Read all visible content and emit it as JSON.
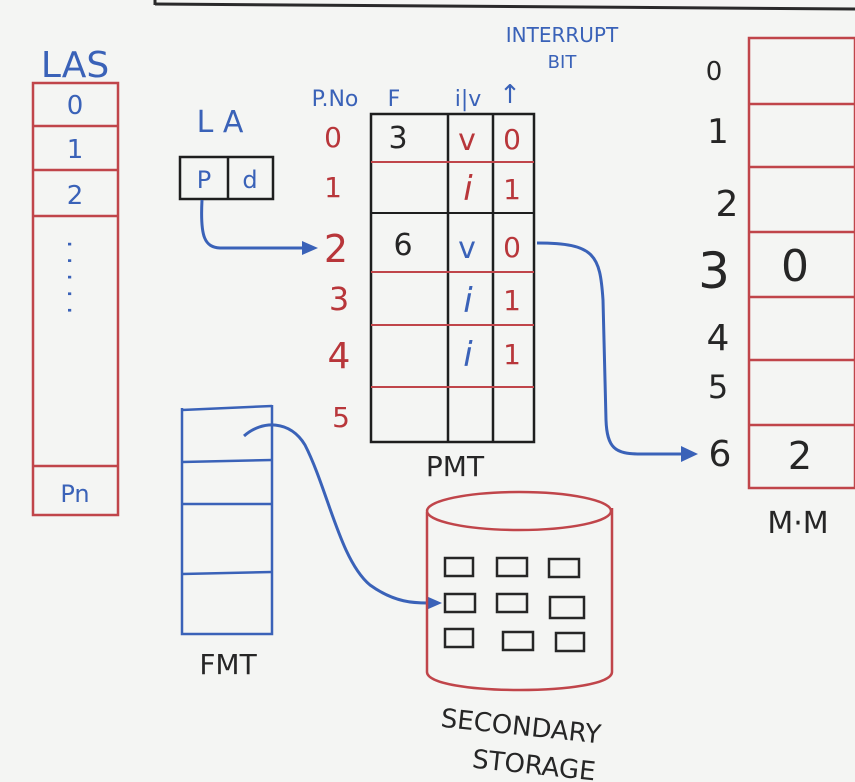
{
  "las": {
    "title": "LAS",
    "rows": [
      "0",
      "1",
      "2"
    ],
    "dots": ". . . . .",
    "last": "Pn"
  },
  "la": {
    "title": "L A",
    "p": "P",
    "d": "d"
  },
  "pmt": {
    "headers": {
      "pno": "P.No",
      "frame": "F",
      "iv": "i|v"
    },
    "interrupt_label": [
      "INTERRUPT",
      "BIT"
    ],
    "arrow_glyph": "↑",
    "rows": [
      {
        "pno": "0",
        "frame": "3",
        "iv": "v",
        "bit": "0"
      },
      {
        "pno": "1",
        "frame": "",
        "iv": "i",
        "bit": "1"
      },
      {
        "pno": "2",
        "frame": "6",
        "iv": "v",
        "bit": "0"
      },
      {
        "pno": "3",
        "frame": "",
        "iv": "i",
        "bit": "1"
      },
      {
        "pno": "4",
        "frame": "",
        "iv": "i",
        "bit": "1"
      },
      {
        "pno": "5",
        "frame": "",
        "iv": "",
        "bit": ""
      }
    ],
    "caption": "PMT"
  },
  "mm": {
    "rows": [
      {
        "index": "0",
        "content": ""
      },
      {
        "index": "1",
        "content": ""
      },
      {
        "index": "2",
        "content": ""
      },
      {
        "index": "3",
        "content": "0"
      },
      {
        "index": "4",
        "content": ""
      },
      {
        "index": "5",
        "content": ""
      },
      {
        "index": "6",
        "content": "2"
      }
    ],
    "caption": "M·M"
  },
  "fmt": {
    "caption": "FMT"
  },
  "storage": {
    "caption_line1": "SECONDARY",
    "caption_line2": "STORAGE"
  },
  "colors": {
    "ink": "#262626",
    "red": "#b8363a",
    "blue": "#3a62b8",
    "board": "#f4f5f3"
  }
}
